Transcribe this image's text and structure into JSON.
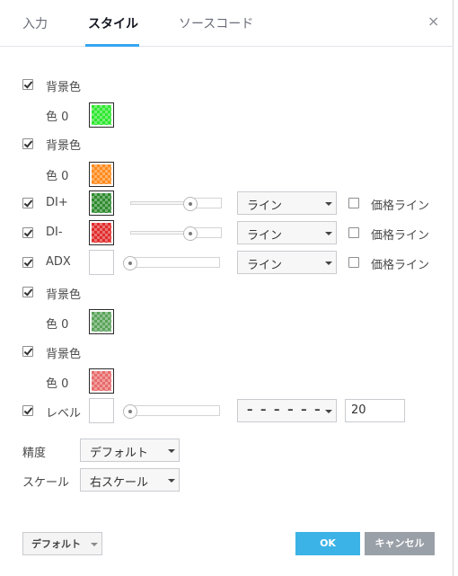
{
  "tabs": [
    {
      "label": "入力"
    },
    {
      "label": "スタイル"
    },
    {
      "label": "ソースコード"
    }
  ],
  "close_glyph": "×",
  "rows": {
    "bg1_label": "背景色",
    "bg1_color_label": "色 0",
    "bg1_color": "#2ee82e",
    "bg2_label": "背景色",
    "bg2_color_label": "色 0",
    "bg2_color": "#ff8a1c",
    "di_plus": {
      "label": "DI+",
      "color": "#2e8b2e",
      "line": "ライン",
      "price_line": "価格ライン",
      "opacity": 0.69
    },
    "di_minus": {
      "label": "DI-",
      "color": "#e02b2b",
      "line": "ライン",
      "price_line": "価格ライン",
      "opacity": 0.69
    },
    "adx": {
      "label": "ADX",
      "color": "#ffffff",
      "line": "ライン",
      "price_line": "価格ライン",
      "opacity": 0.0
    },
    "bg3_label": "背景色",
    "bg3_color_label": "色 0",
    "bg3_color": "#5aa35a",
    "bg4_label": "背景色",
    "bg4_color_label": "色 0",
    "bg4_color": "#e86a6a",
    "level": {
      "label": "レベル",
      "color": "#ffffff",
      "style": "– – – – – –",
      "value": "20",
      "opacity": 0.0
    }
  },
  "precision": {
    "label": "精度",
    "value": "デフォルト"
  },
  "scale": {
    "label": "スケール",
    "value": "右スケール"
  },
  "footer": {
    "default": "デフォルト",
    "ok": "OK",
    "cancel": "キャンセル"
  }
}
